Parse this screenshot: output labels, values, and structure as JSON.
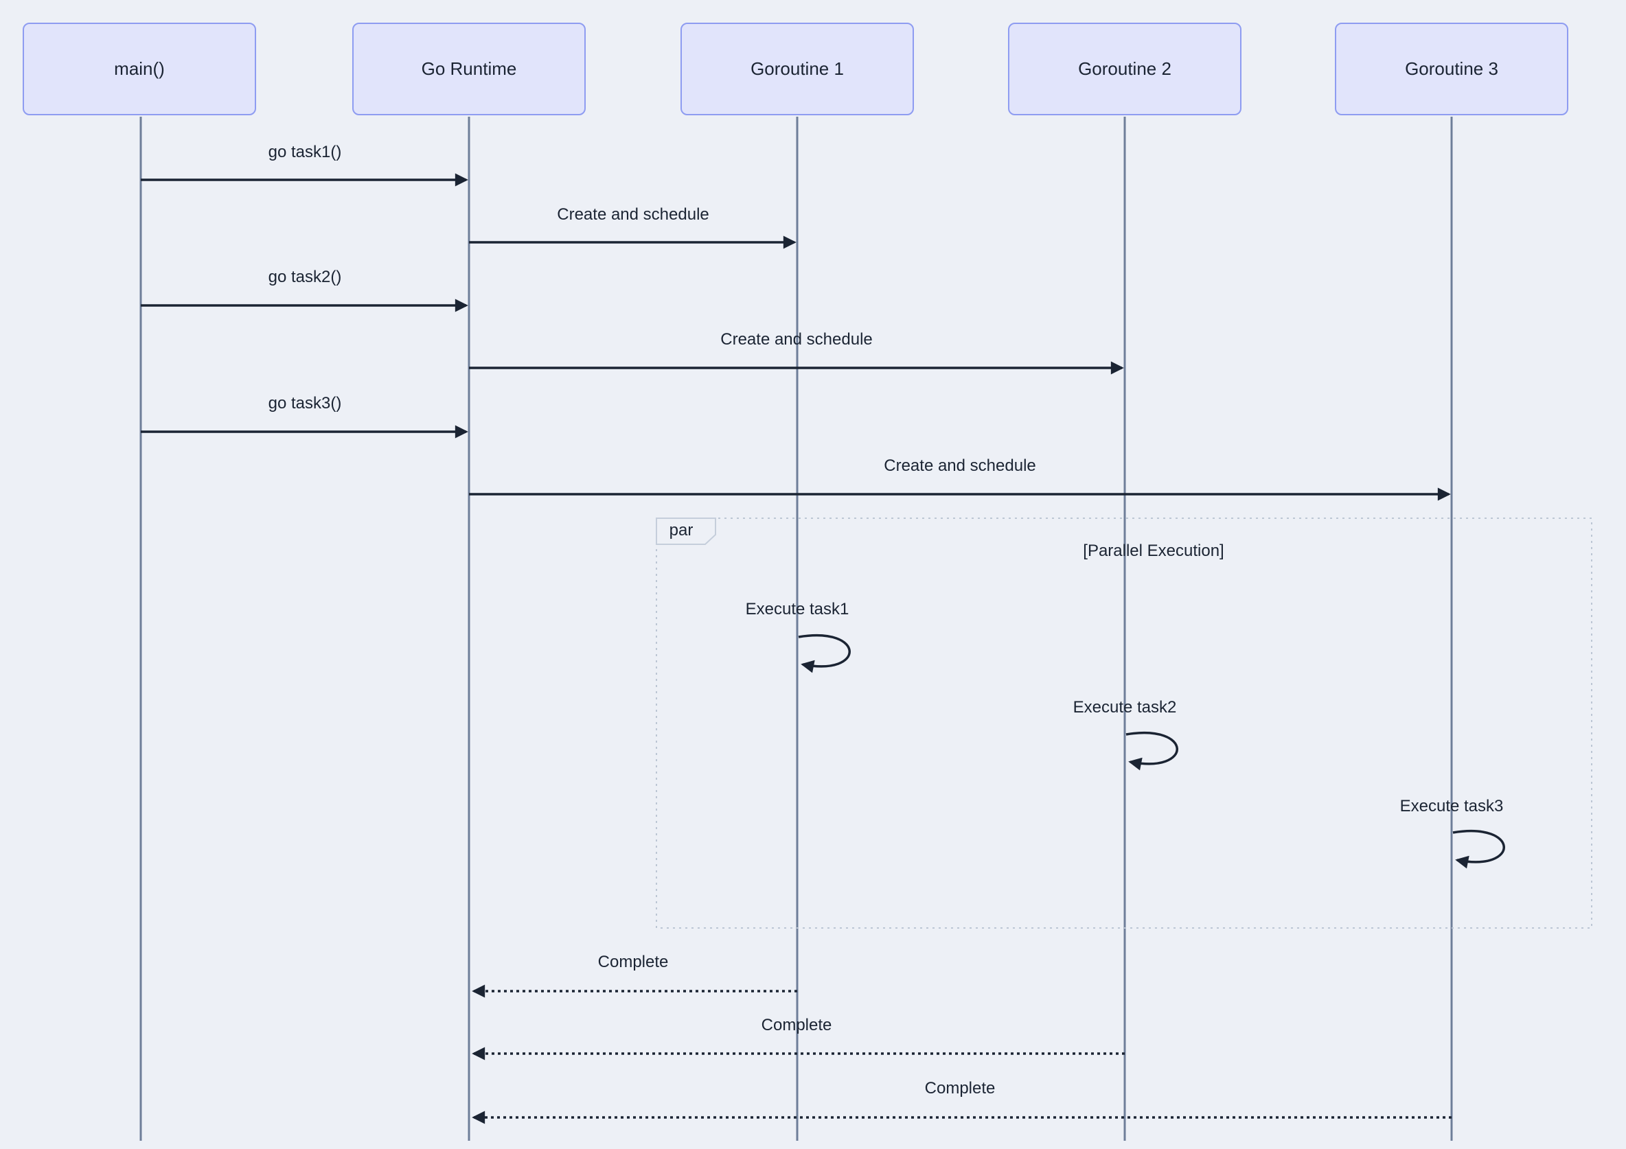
{
  "diagram": {
    "type": "sequence-diagram",
    "background_color": "#edf0f6",
    "actor_fill_color": "#e1e4fb",
    "actor_border_color": "#8e9cf1",
    "lifeline_color": "#6e7e99",
    "message_line_color": "#1b2433",
    "par_frame_border_color": "#bcc6d4",
    "text_color": "#1b2433"
  },
  "actors": [
    {
      "id": "main",
      "label": "main()"
    },
    {
      "id": "go-runtime",
      "label": "Go Runtime"
    },
    {
      "id": "goroutine-1",
      "label": "Goroutine 1"
    },
    {
      "id": "goroutine-2",
      "label": "Goroutine 2"
    },
    {
      "id": "goroutine-3",
      "label": "Goroutine 3"
    }
  ],
  "messages": [
    {
      "from": "main",
      "to": "go-runtime",
      "label": "go task1()",
      "style": "solid-arrow"
    },
    {
      "from": "go-runtime",
      "to": "goroutine-1",
      "label": "Create and schedule",
      "style": "solid-arrow"
    },
    {
      "from": "main",
      "to": "go-runtime",
      "label": "go task2()",
      "style": "solid-arrow"
    },
    {
      "from": "go-runtime",
      "to": "goroutine-2",
      "label": "Create and schedule",
      "style": "solid-arrow"
    },
    {
      "from": "main",
      "to": "go-runtime",
      "label": "go task3()",
      "style": "solid-arrow"
    },
    {
      "from": "go-runtime",
      "to": "goroutine-3",
      "label": "Create and schedule",
      "style": "solid-arrow"
    },
    {
      "from": "goroutine-1",
      "to": "goroutine-1",
      "label": "Execute task1",
      "style": "self-loop"
    },
    {
      "from": "goroutine-2",
      "to": "goroutine-2",
      "label": "Execute task2",
      "style": "self-loop"
    },
    {
      "from": "goroutine-3",
      "to": "goroutine-3",
      "label": "Execute task3",
      "style": "self-loop"
    },
    {
      "from": "goroutine-1",
      "to": "go-runtime",
      "label": "Complete",
      "style": "dashed-arrow"
    },
    {
      "from": "goroutine-2",
      "to": "go-runtime",
      "label": "Complete",
      "style": "dashed-arrow"
    },
    {
      "from": "goroutine-3",
      "to": "go-runtime",
      "label": "Complete",
      "style": "dashed-arrow"
    }
  ],
  "par_block": {
    "tag": "par",
    "condition": "[Parallel Execution]"
  }
}
